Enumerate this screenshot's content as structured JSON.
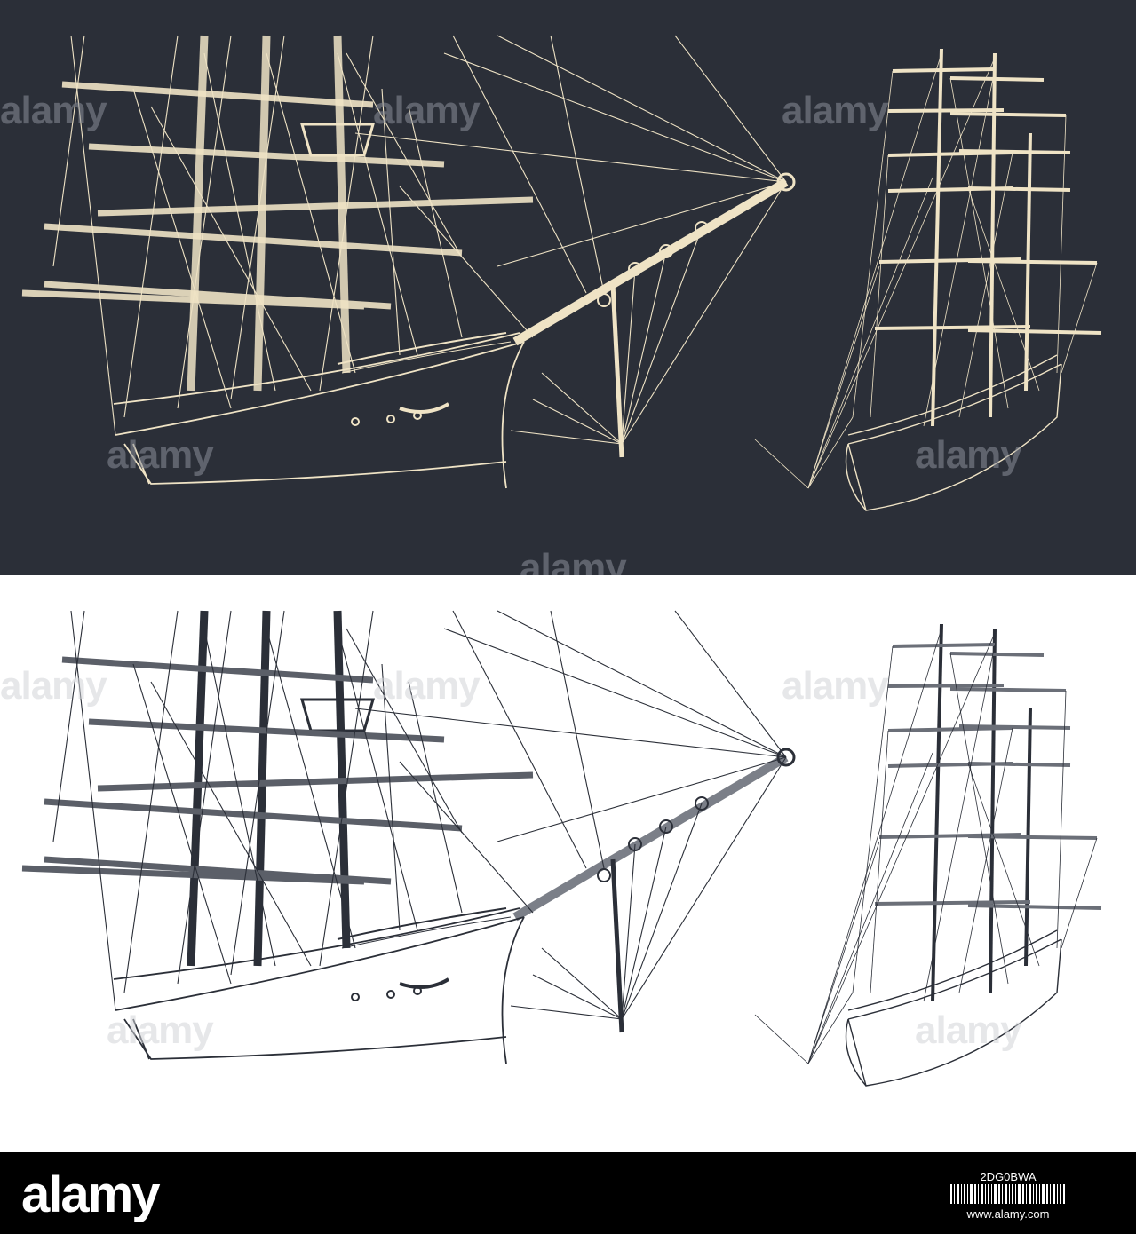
{
  "watermark": {
    "text": "alamy"
  },
  "footer": {
    "logo": "alamy",
    "image_id": "2DG0BWA",
    "site": "www.alamy.com"
  },
  "colors": {
    "dark_bg": "#2b2f38",
    "cream": "#efe3c5",
    "navy": "#2b2f38",
    "white": "#ffffff",
    "footer_bg": "#000000"
  },
  "illustrations": [
    {
      "name": "ship-bow-closeup-dark",
      "style": "cream-on-dark"
    },
    {
      "name": "ship-full-dark",
      "style": "cream-on-dark"
    },
    {
      "name": "ship-bow-closeup-light",
      "style": "navy-on-white"
    },
    {
      "name": "ship-full-light",
      "style": "navy-on-white"
    }
  ]
}
